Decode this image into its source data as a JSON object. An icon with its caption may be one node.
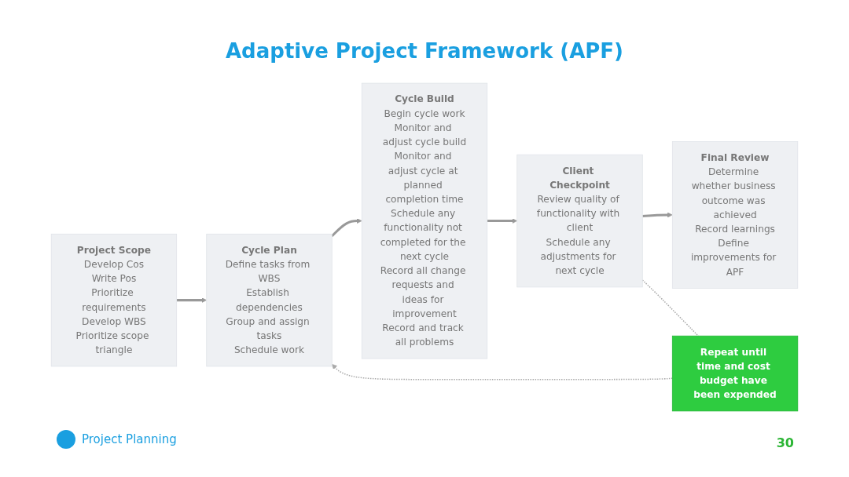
{
  "diagram": {
    "title": "Adaptive Project Framework (APF)",
    "nodes": [
      {
        "text": [
          "Project Scope",
          "Develop Cos",
          "Write Pos",
          "Prioritize requirements",
          "Develop WBS",
          "Prioritize scope triangle"
        ]
      },
      {
        "text": [
          "Cycle Plan",
          "Define tasks from WBS",
          "Establish dependencies",
          "Group and assign tasks",
          "Schedule work"
        ]
      },
      {
        "text": [
          "Cycle Build",
          "Begin cycle work",
          "Monitor and adjust cycle build",
          "Monitor and adjust cycle at planned completion time",
          "Schedule any functionality not completed for the next cycle",
          "Record all change requests and ideas for improvement",
          "Record and track all problems"
        ]
      },
      {
        "text": [
          "Client Checkpoint",
          "Review quality of functionality with client",
          "Schedule any adjustments for next cycle"
        ]
      },
      {
        "text": [
          "Final Review",
          "Determine whether business outcome was achieved",
          "Record learnings",
          "Define improvements for APF"
        ]
      },
      {
        "text": [
          "Repeat until time and cost budget have been expended"
        ]
      }
    ],
    "edges": [
      {
        "from": 0,
        "to": 1,
        "arrow": "to"
      },
      {
        "from": 1,
        "to": 2,
        "arrow": "to"
      },
      {
        "from": 2,
        "to": 3,
        "arrow": "to"
      },
      {
        "from": 3,
        "to": 4,
        "arrow": "to"
      },
      {
        "from": 3,
        "to": 5,
        "arrow": "none",
        "style": "dashed"
      },
      {
        "from": 5,
        "to": 1,
        "arrow": "to",
        "style": "dashed"
      }
    ],
    "labels": [
      "Project Planning",
      "30"
    ]
  }
}
